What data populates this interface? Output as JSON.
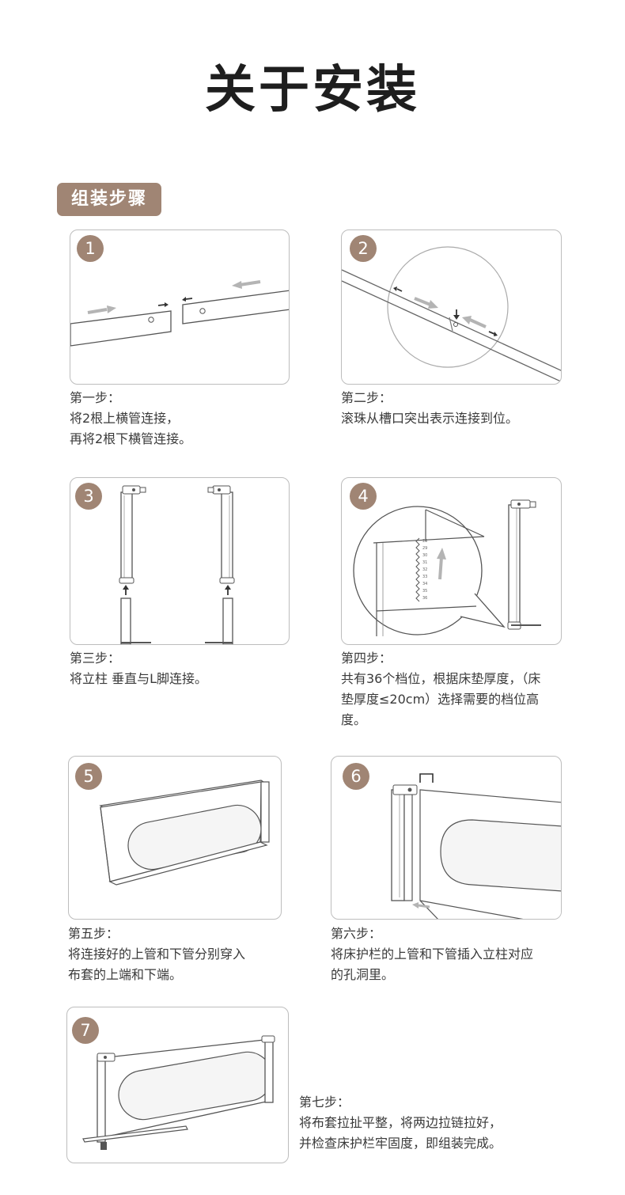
{
  "page_title": "关于安装",
  "section_label": "组装步骤",
  "steps": [
    {
      "num": "1",
      "heading": "第一步：",
      "lines": [
        "将2根上横管连接，",
        "再将2根下横管连接。"
      ]
    },
    {
      "num": "2",
      "heading": "第二步：",
      "lines": [
        "滚珠从槽口突出表示连接到位。"
      ]
    },
    {
      "num": "3",
      "heading": "第三步：",
      "lines": [
        "将立柱 垂直与L脚连接。"
      ]
    },
    {
      "num": "4",
      "heading": "第四步：",
      "lines": [
        "共有36个档位，根据床垫厚度，（床",
        "垫厚度≤20cm）选择需要的档位高",
        "度。"
      ],
      "scale_ticks": [
        "28",
        "29",
        "30",
        "31",
        "32",
        "33",
        "34",
        "35",
        "36"
      ]
    },
    {
      "num": "5",
      "heading": "第五步：",
      "lines": [
        "将连接好的上管和下管分别穿入",
        "布套的上端和下端。"
      ]
    },
    {
      "num": "6",
      "heading": "第六步：",
      "lines": [
        "将床护栏的上管和下管插入立柱对应",
        "的孔洞里。"
      ]
    },
    {
      "num": "7",
      "heading": "第七步：",
      "lines": [
        "将布套拉扯平整，将两边拉链拉好，",
        "并检查床护栏牢固度，即组装完成。"
      ]
    }
  ],
  "colors": {
    "accent": "#a08574",
    "arrow": "#b4b4b4",
    "line": "#555555"
  }
}
